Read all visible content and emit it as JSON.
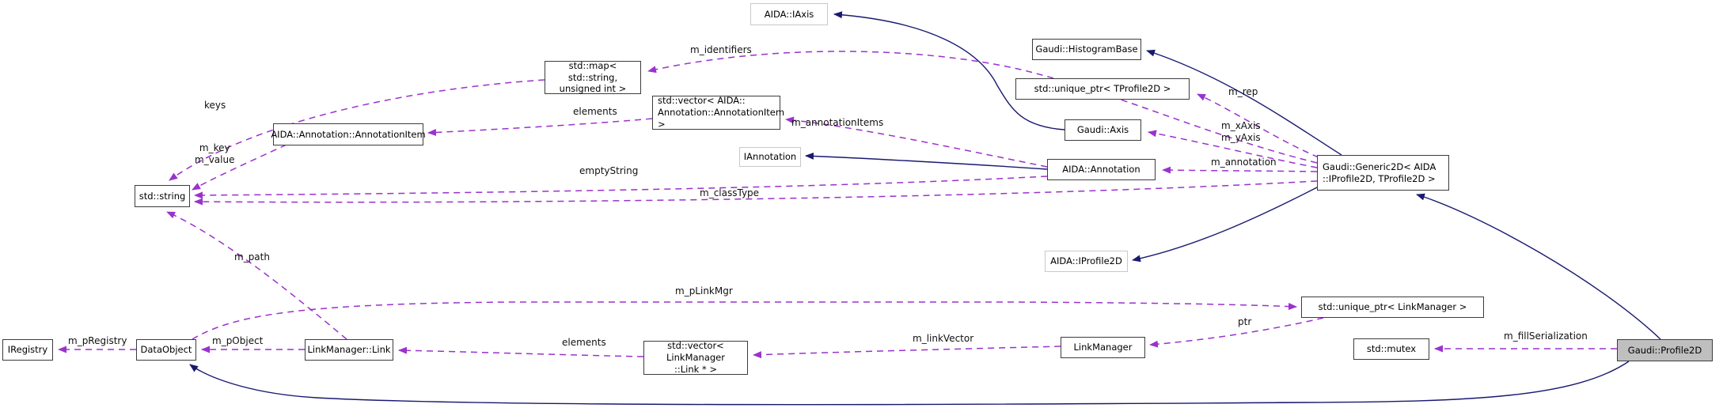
{
  "diagram": {
    "kind": "collaboration-graph",
    "colors": {
      "inheritance_edge": "#191970",
      "usage_edge": "#9a32cd",
      "node_border": "#3c3c3c",
      "external_node_border": "#c9c9c9",
      "focal_node_fill": "#bfbfbf",
      "background": "#ffffff"
    },
    "nodes": {
      "iaxis": {
        "label": "AIDA::IAxis"
      },
      "histogram_base": {
        "label": "Gaudi::HistogramBase"
      },
      "map_string_uint": {
        "label": "std::map< std::string,\nunsigned int >"
      },
      "unique_ptr_tprofile2d": {
        "label": "std::unique_ptr< TProfile2D >"
      },
      "vector_annotation_item": {
        "label": "std::vector< AIDA::\nAnnotation::AnnotationItem >"
      },
      "gaudi_axis": {
        "label": "Gaudi::Axis"
      },
      "annotation_item": {
        "label": "AIDA::Annotation::AnnotationItem"
      },
      "iannotation": {
        "label": "IAnnotation"
      },
      "aida_annotation": {
        "label": "AIDA::Annotation"
      },
      "generic2d": {
        "label": "Gaudi::Generic2D< AIDA\n::IProfile2D, TProfile2D >"
      },
      "std_string": {
        "label": "std::string"
      },
      "iprofile2d": {
        "label": "AIDA::IProfile2D"
      },
      "unique_ptr_linkmanager": {
        "label": "std::unique_ptr< LinkManager >"
      },
      "iregistry": {
        "label": "IRegistry"
      },
      "dataobject": {
        "label": "DataObject"
      },
      "linkmanager_link": {
        "label": "LinkManager::Link"
      },
      "vector_links": {
        "label": "std::vector< LinkManager\n::Link * >"
      },
      "linkmanager": {
        "label": "LinkManager"
      },
      "std_mutex": {
        "label": "std::mutex"
      },
      "profile2d": {
        "label": "Gaudi::Profile2D"
      }
    },
    "edge_labels": {
      "keys": "keys",
      "m_key_value": "m_key\nm_value",
      "m_identifiers": "m_identifiers",
      "elements_top": "elements",
      "m_annotationItems": "m_annotationItems",
      "m_annotation": "m_annotation",
      "m_xAxis_yAxis": "m_xAxis\nm_yAxis",
      "m_rep": "m_rep",
      "emptyString": "emptyString",
      "m_classType": "m_classType",
      "m_path": "m_path",
      "m_pLinkMgr": "m_pLinkMgr",
      "ptr": "ptr",
      "m_linkVector": "m_linkVector",
      "elements_bottom": "elements",
      "m_pObject": "m_pObject",
      "m_pRegistry": "m_pRegistry",
      "m_fillSerialization": "m_fillSerialization"
    }
  }
}
